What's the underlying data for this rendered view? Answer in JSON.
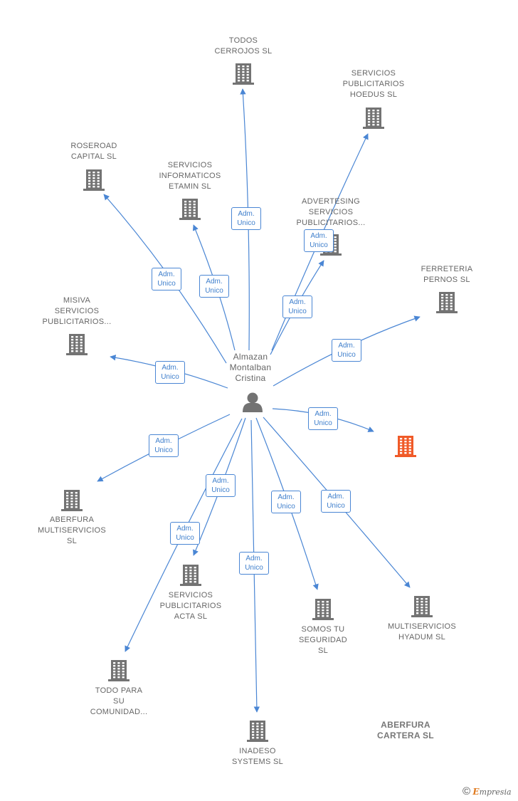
{
  "person": {
    "name": "Almazan\nMontalban\nCristina"
  },
  "relation_label": "Adm.\nUnico",
  "colors": {
    "edge": "#4a86d4",
    "building": "#737373",
    "highlight": "#f05a28"
  },
  "companies": [
    {
      "id": "todos",
      "name": "TODOS\nCERROJOS  SL"
    },
    {
      "id": "hoedus",
      "name": "SERVICIOS\nPUBLICITARIOS\nHOEDUS  SL"
    },
    {
      "id": "roseroad",
      "name": "ROSEROAD\nCAPITAL  SL"
    },
    {
      "id": "etamin",
      "name": "SERVICIOS\nINFORMATICOS\nETAMIN  SL"
    },
    {
      "id": "advertesing",
      "name": "ADVERTESING\nSERVICIOS\nPUBLICITARIOS..."
    },
    {
      "id": "ferreteria",
      "name": "FERRETERIA\nPERNOS  SL"
    },
    {
      "id": "misiva",
      "name": "MISIVA\nSERVICIOS\nPUBLICITARIOS..."
    },
    {
      "id": "aberfura_cartera",
      "name": "ABERFURA\nCARTERA  SL",
      "highlight": true
    },
    {
      "id": "aberfura_multi",
      "name": "ABERFURA\nMULTISERVICIOS\nSL"
    },
    {
      "id": "acta",
      "name": "SERVICIOS\nPUBLICITARIOS\nACTA  SL"
    },
    {
      "id": "somos",
      "name": "SOMOS TU\nSEGURIDAD\nSL"
    },
    {
      "id": "hyadum",
      "name": "MULTISERVICIOS\nHYADUM  SL"
    },
    {
      "id": "todopara",
      "name": "TODO PARA\nSU\nCOMUNIDAD..."
    },
    {
      "id": "inadeso",
      "name": "INADESO\nSYSTEMS  SL"
    }
  ],
  "brand": {
    "copyright": "©",
    "initial": "E",
    "rest": "mpresia"
  }
}
